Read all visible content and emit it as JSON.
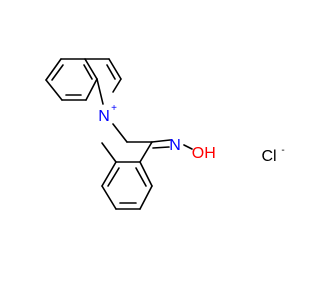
{
  "molecule": {
    "atoms": {
      "n1": {
        "symbol": "N",
        "charge": "+",
        "color": "#0000ff"
      },
      "n2": {
        "symbol": "N",
        "color": "#0000ff"
      },
      "o": {
        "symbol": "O",
        "color": "#ff0000"
      },
      "oh_h": {
        "symbol": "H",
        "color": "#ff0000"
      }
    },
    "counter_ion": {
      "symbol": "Cl",
      "charge": "-",
      "color": "#000000"
    }
  },
  "colors": {
    "bond": "#000000",
    "nitrogen": "#0000ff",
    "oxygen": "#ff0000",
    "chlorine": "#000000"
  }
}
